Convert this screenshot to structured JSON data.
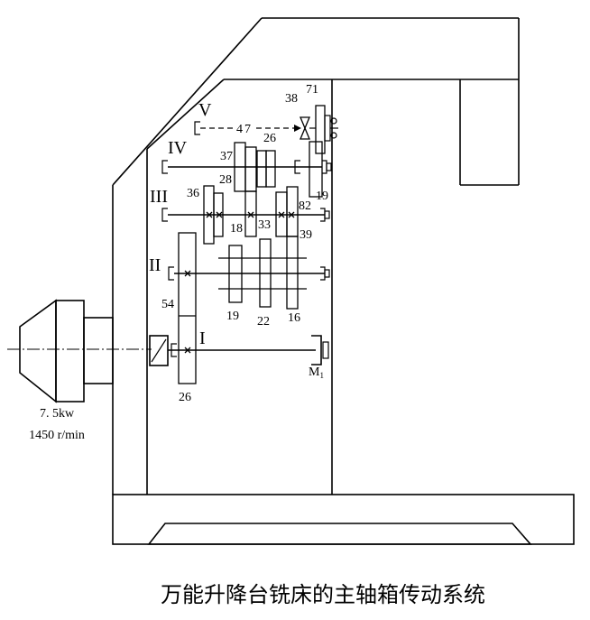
{
  "caption": "万能升降台铣床的主轴箱传动系统",
  "motor": {
    "power": "7. 5kw",
    "speed": "1450 r/min"
  },
  "shafts": {
    "v": "V",
    "iv": "IV",
    "iii": "III",
    "ii": "II",
    "i": "I"
  },
  "gears": {
    "v_38": "38",
    "v_71": "71",
    "v_47": "47",
    "iv_26": "26",
    "iv_37": "37",
    "iv_28": "28",
    "iv_19": "19",
    "iii_36": "36",
    "iii_18": "18",
    "iii_33": "33",
    "iii_82": "82",
    "iii_39": "39",
    "ii_54": "54",
    "ii_19": "19",
    "ii_22": "22",
    "ii_16": "16",
    "i_26": "26"
  },
  "clutch": {
    "name": "M",
    "subscript": "1"
  }
}
